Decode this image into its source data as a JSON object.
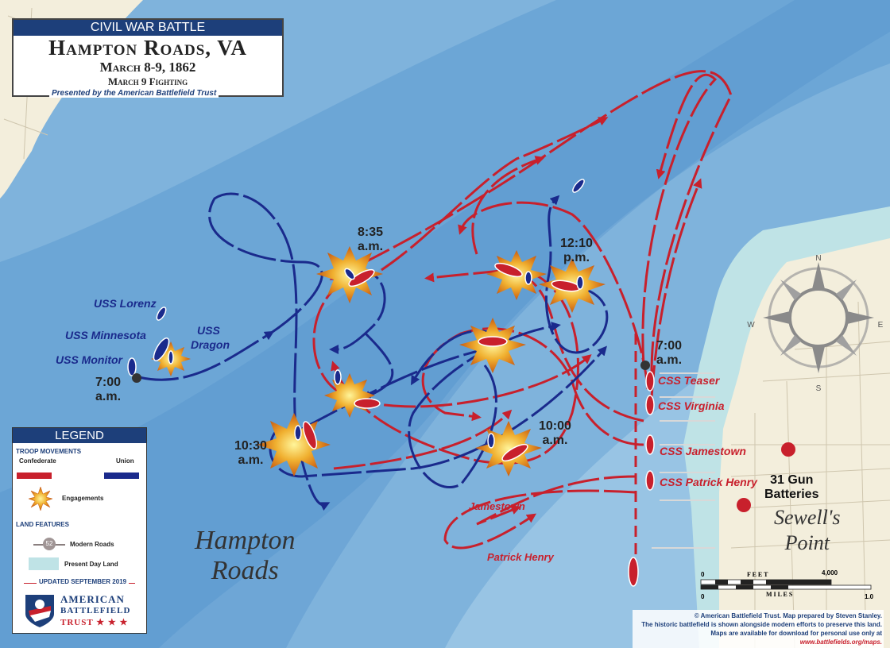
{
  "title_box": {
    "band": "CIVIL WAR BATTLE",
    "title": "Hampton Roads, VA",
    "dates": "March 8-9, 1862",
    "subtitle": "March 9 Fighting",
    "presented": "Presented by the American Battlefield Trust"
  },
  "union_labels": [
    "USS Lorenz",
    "USS Minnesota",
    "USS",
    "Dragon",
    "USS Monitor"
  ],
  "confederate_labels": [
    "CSS Teaser",
    "CSS Virginia",
    "CSS Jamestown",
    "CSS Patrick Henry",
    "Jamestown",
    "Patrick Henry"
  ],
  "times": {
    "t700w": [
      "7:00",
      "a.m."
    ],
    "t835": [
      "8:35",
      "a.m."
    ],
    "t1210": [
      "12:10",
      "p.m."
    ],
    "t700e": [
      "7:00",
      "a.m."
    ],
    "t1030": [
      "10:30",
      "a.m."
    ],
    "t1000": [
      "10:00",
      "a.m."
    ]
  },
  "places": {
    "water": [
      "Hampton",
      "Roads"
    ],
    "point": [
      "Sewell's",
      "Point"
    ],
    "batteries": [
      "31 Gun",
      "Batteries"
    ]
  },
  "compass": {
    "n": "N",
    "s": "S",
    "e": "E",
    "w": "W"
  },
  "scale": {
    "feet_label": "F E E T",
    "feet_zero": "0",
    "feet_max": "4,000",
    "miles_label": "M I L E S",
    "miles_zero": "0",
    "miles_max": "1.0"
  },
  "legend": {
    "title": "LEGEND",
    "troop_header": "TROOP MOVEMENTS",
    "confederate": "Confederate",
    "union": "Union",
    "engagements": "Engagements",
    "land_header": "LAND FEATURES",
    "road_number": "52",
    "roads": "Modern Roads",
    "present_land": "Present Day Land",
    "updated": "UPDATED SEPTEMBER 2019",
    "logo": [
      "AMERICAN",
      "BATTLEFIELD",
      "TRUST ★ ★ ★"
    ]
  },
  "credits": {
    "line1": "© American Battlefield Trust. Map prepared by Steven Stanley.",
    "line2": "The historic battlefield is shown alongside modern efforts to preserve this land.",
    "line3": "Maps are available for download for personal use only at ",
    "link": "www.battlefields.org/maps."
  },
  "colors": {
    "confederate": "#c8202c",
    "union": "#1a2a8c",
    "water": "#7fb3dc",
    "land": "#f3eedc",
    "present_day_land": "#bfe3e6"
  }
}
